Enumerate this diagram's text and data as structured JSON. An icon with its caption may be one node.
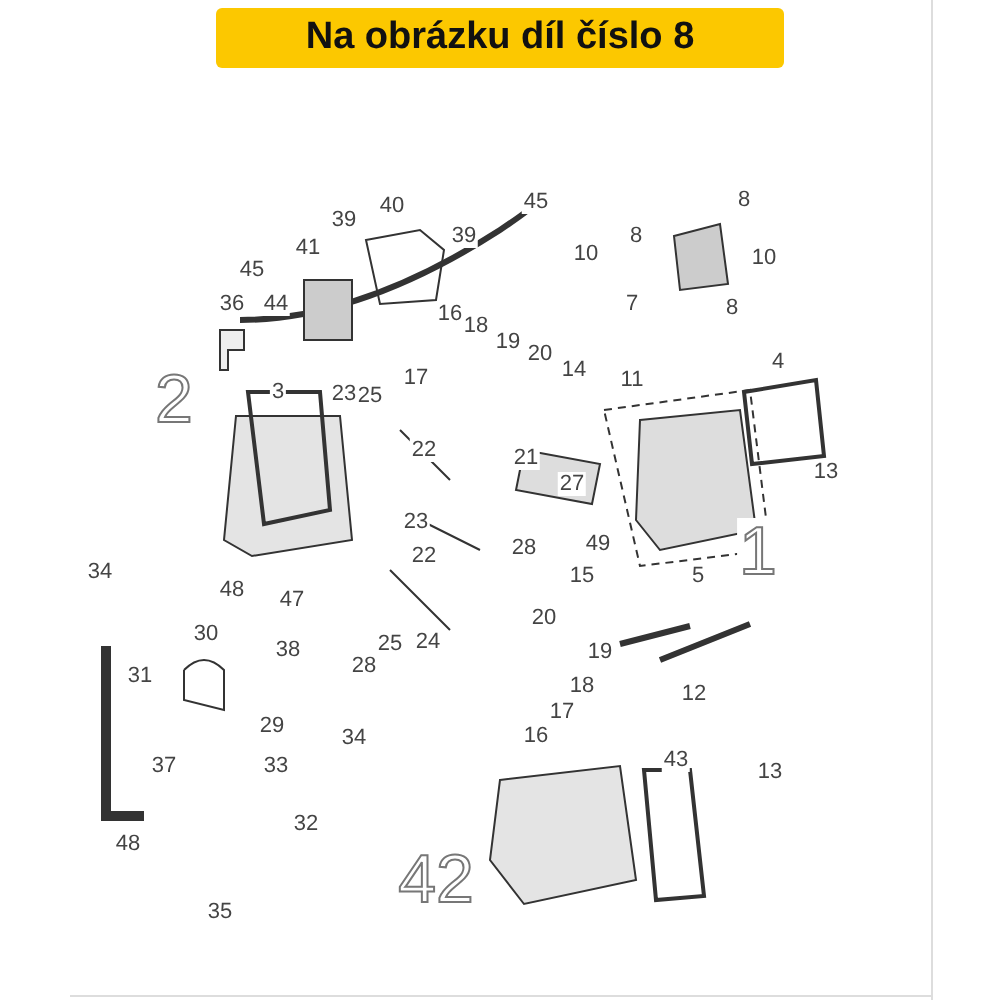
{
  "diagram": {
    "title": "Na obrázku díl číslo 8",
    "labels": [
      "45",
      "8",
      "39",
      "40",
      "41",
      "45",
      "36",
      "44",
      "39",
      "8",
      "10",
      "10",
      "16",
      "18",
      "7",
      "8",
      "17",
      "19",
      "20",
      "14",
      "11",
      "4",
      "2",
      "3",
      "23",
      "25",
      "13",
      "22",
      "21",
      "27",
      "23",
      "1",
      "22",
      "28",
      "49",
      "34",
      "15",
      "5",
      "48",
      "47",
      "25",
      "24",
      "20",
      "30",
      "38",
      "28",
      "19",
      "12",
      "31",
      "18",
      "29",
      "34",
      "17",
      "37",
      "33",
      "13",
      "16",
      "43",
      "32",
      "48",
      "42",
      "35"
    ]
  }
}
